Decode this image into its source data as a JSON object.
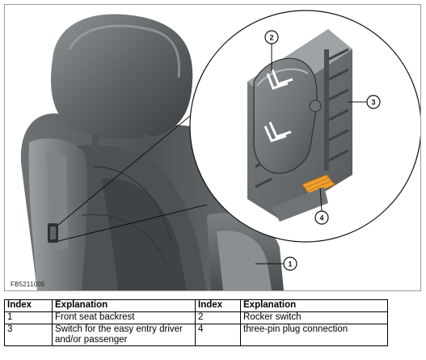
{
  "figure": {
    "code": "FB5211005",
    "callouts": [
      "1",
      "2",
      "3",
      "4"
    ]
  },
  "legend": {
    "headers": [
      "Index",
      "Explanation",
      "Index",
      "Explanation"
    ],
    "rows": [
      [
        "1",
        "Front seat backrest",
        "2",
        "Rocker switch"
      ],
      [
        "3",
        "Switch for the easy entry driver and/or passenger",
        "4",
        "three-pin plug connection"
      ]
    ]
  }
}
